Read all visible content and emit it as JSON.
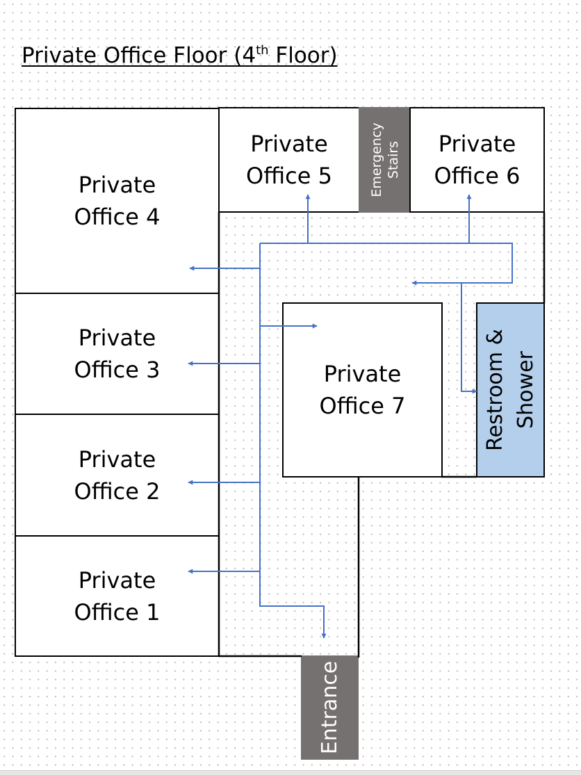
{
  "title": {
    "main": "Private Office Floor (4",
    "sup": "th",
    "end": " Floor)"
  },
  "rooms": {
    "office4": {
      "line1": "Private",
      "line2": "Office 4"
    },
    "office5": {
      "line1": "Private",
      "line2": "Office 5"
    },
    "office6": {
      "line1": "Private",
      "line2": "Office 6"
    },
    "office3": {
      "line1": "Private",
      "line2": "Office 3"
    },
    "office2": {
      "line1": "Private",
      "line2": "Office 2"
    },
    "office1": {
      "line1": "Private",
      "line2": "Office 1"
    },
    "office7": {
      "line1": "Private",
      "line2": "Office 7"
    },
    "stairs": {
      "line1": "Emergency",
      "line2": "Stairs"
    },
    "restroom": {
      "line1": "Restroom &",
      "line2": "Shower"
    },
    "entrance": {
      "label": "Entrance"
    }
  },
  "colors": {
    "arrow": "#4472c4",
    "grey_block": "#767171",
    "restroom_fill": "#b4cfeb"
  }
}
